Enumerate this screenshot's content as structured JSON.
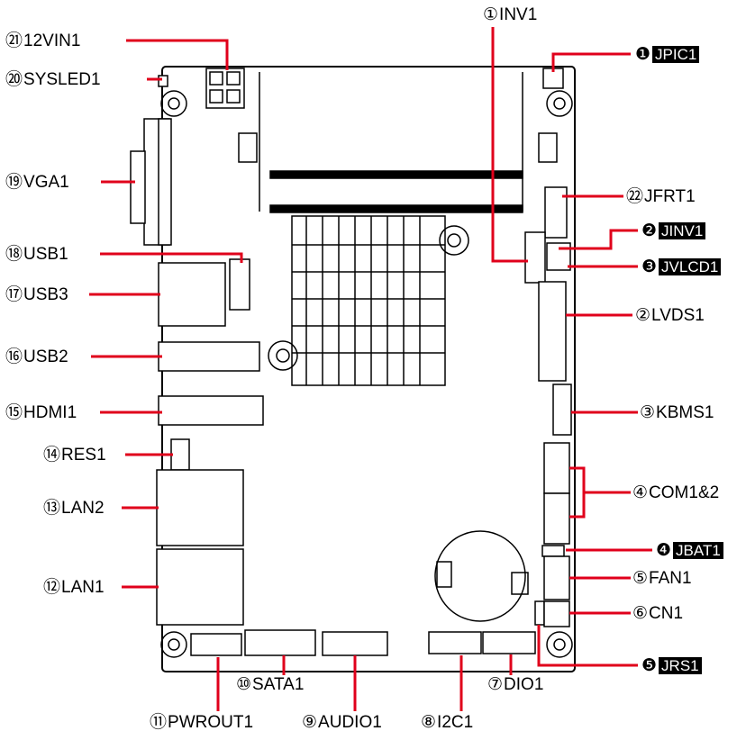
{
  "labels": {
    "inv1": {
      "num": "①",
      "text": "INV1"
    },
    "jpic1": {
      "num": "❶",
      "text": "JPIC1"
    },
    "v12in1": {
      "num": "㉑",
      "text": "12VIN1"
    },
    "sysled1": {
      "num": "⑳",
      "text": "SYSLED1"
    },
    "vga1": {
      "num": "⑲",
      "text": "VGA1"
    },
    "jfrt1": {
      "num": "㉒",
      "text": "JFRT1"
    },
    "usb1": {
      "num": "⑱",
      "text": "USB1"
    },
    "jinv1": {
      "num": "❷",
      "text": "JINV1"
    },
    "usb3": {
      "num": "⑰",
      "text": "USB3"
    },
    "jvlcd1": {
      "num": "❸",
      "text": "JVLCD1"
    },
    "lvds1": {
      "num": "②",
      "text": "LVDS1"
    },
    "usb2": {
      "num": "⑯",
      "text": "USB2"
    },
    "hdmi1": {
      "num": "⑮",
      "text": "HDMI1"
    },
    "kbms1": {
      "num": "③",
      "text": "KBMS1"
    },
    "res1": {
      "num": "⑭",
      "text": "RES1"
    },
    "lan2": {
      "num": "⑬",
      "text": "LAN2"
    },
    "com12": {
      "num": "④",
      "text": "COM1&2"
    },
    "jbat1": {
      "num": "❹",
      "text": "JBAT1"
    },
    "lan1": {
      "num": "⑫",
      "text": "LAN1"
    },
    "fan1": {
      "num": "⑤",
      "text": "FAN1"
    },
    "cn1": {
      "num": "⑥",
      "text": "CN1"
    },
    "jrs1": {
      "num": "❺",
      "text": "JRS1"
    },
    "sata1": {
      "num": "⑩",
      "text": "SATA1"
    },
    "dio1": {
      "num": "⑦",
      "text": "DIO1"
    },
    "pwrout1": {
      "num": "⑪",
      "text": "PWROUT1"
    },
    "audio1": {
      "num": "⑨",
      "text": "AUDIO1"
    },
    "i2c1": {
      "num": "⑧",
      "text": "I2C1"
    }
  },
  "colors": {
    "leader": "#e0001b",
    "outline": "#000000",
    "board": "#ffffff"
  }
}
